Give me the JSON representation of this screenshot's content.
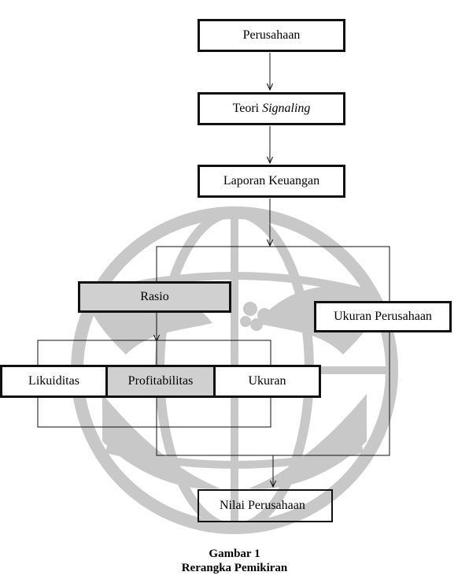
{
  "diagram": {
    "nodes": {
      "perusahaan": "Perusahaan",
      "teori_prefix": "Teori ",
      "teori_italic": "Signaling",
      "laporan": "Laporan Keuangan",
      "rasio": "Rasio",
      "ukuran_perusahaan": "Ukuran Perusahaan",
      "likuiditas": "Likuiditas",
      "profitabilitas": "Profitabilitas",
      "ukuran": "Ukuran",
      "nilai": "Nilai Perusahaan"
    },
    "caption": {
      "line1": "Gambar 1",
      "line2": "Rerangka Pemikiran"
    }
  },
  "colors": {
    "watermark": "#c8c8c8",
    "box_border": "#111111",
    "box_fill": "#ffffff",
    "box_fill_grey": "#d0d0d0"
  }
}
